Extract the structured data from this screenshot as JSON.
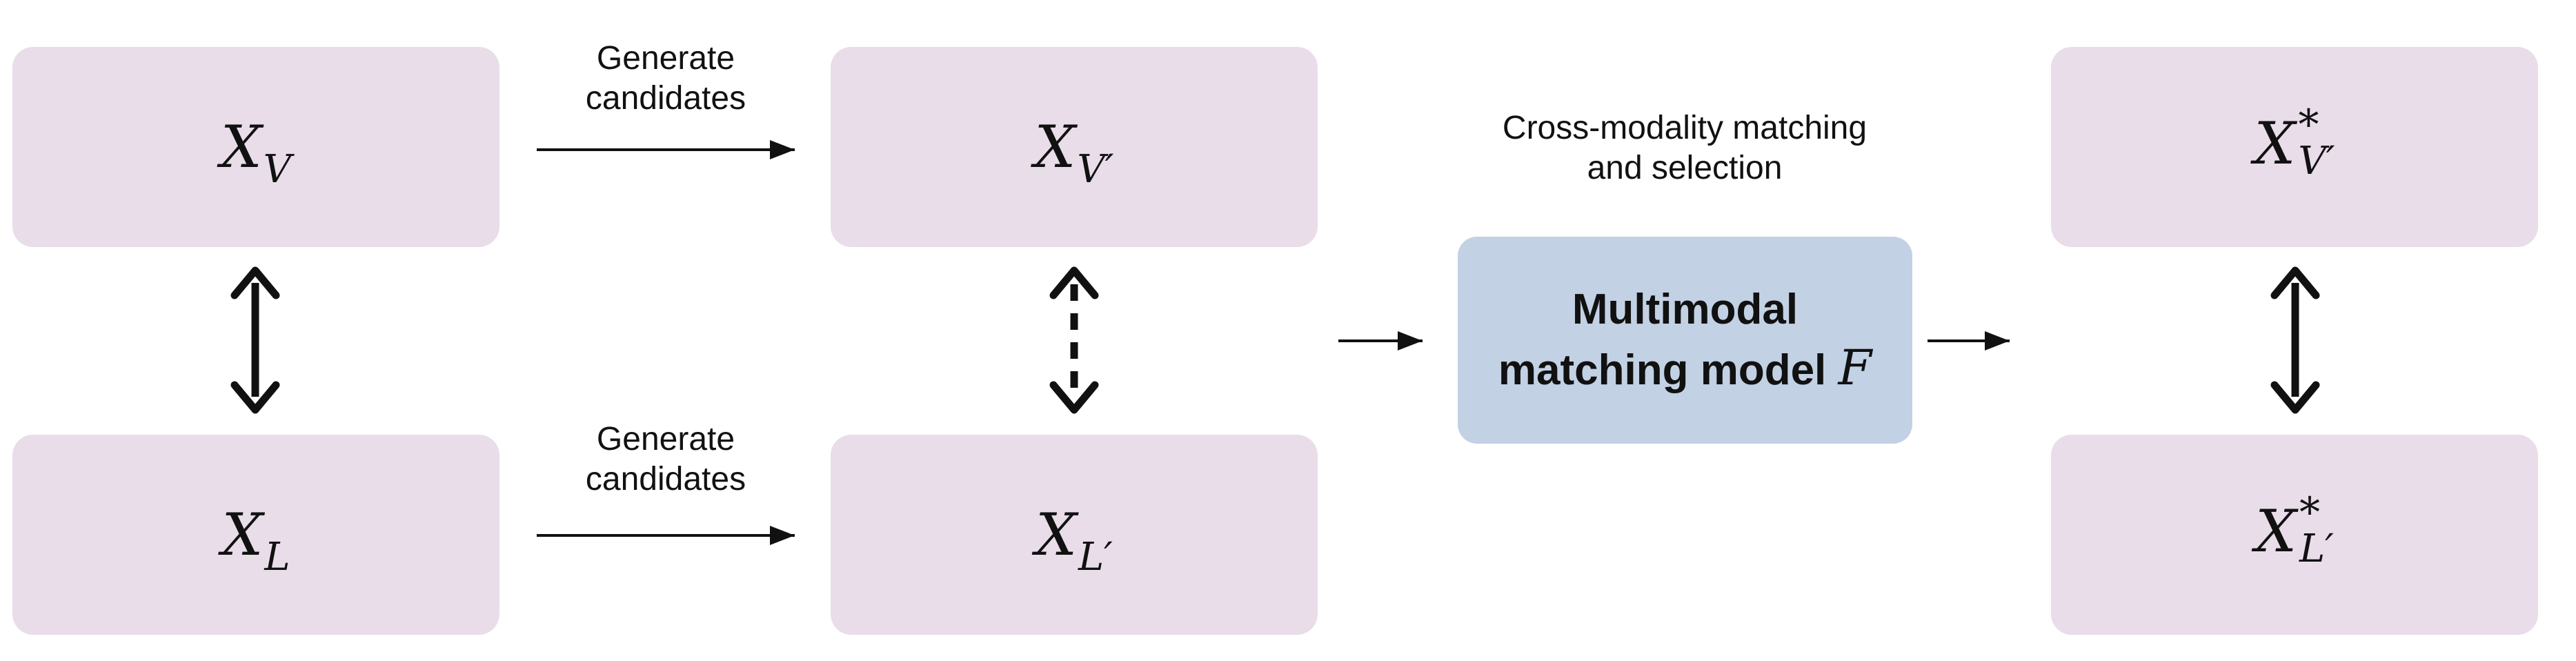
{
  "boxes": {
    "xv": {
      "base": "X",
      "sub": "V"
    },
    "xl": {
      "base": "X",
      "sub": "L"
    },
    "xvp": {
      "base": "X",
      "sub": "V′"
    },
    "xlp": {
      "base": "X",
      "sub": "L′"
    },
    "xvs": {
      "base": "X",
      "sup": "*",
      "sub": "V′"
    },
    "xls": {
      "base": "X",
      "sup": "*",
      "sub": "L′"
    }
  },
  "labels": {
    "generate_top": [
      "Generate",
      "candidates"
    ],
    "generate_bottom": [
      "Generate",
      "candidates"
    ],
    "matching": [
      "Cross-modality matching",
      "and selection"
    ]
  },
  "model": {
    "line1": "Multimodal",
    "line2": "matching model",
    "symbol": "F"
  }
}
